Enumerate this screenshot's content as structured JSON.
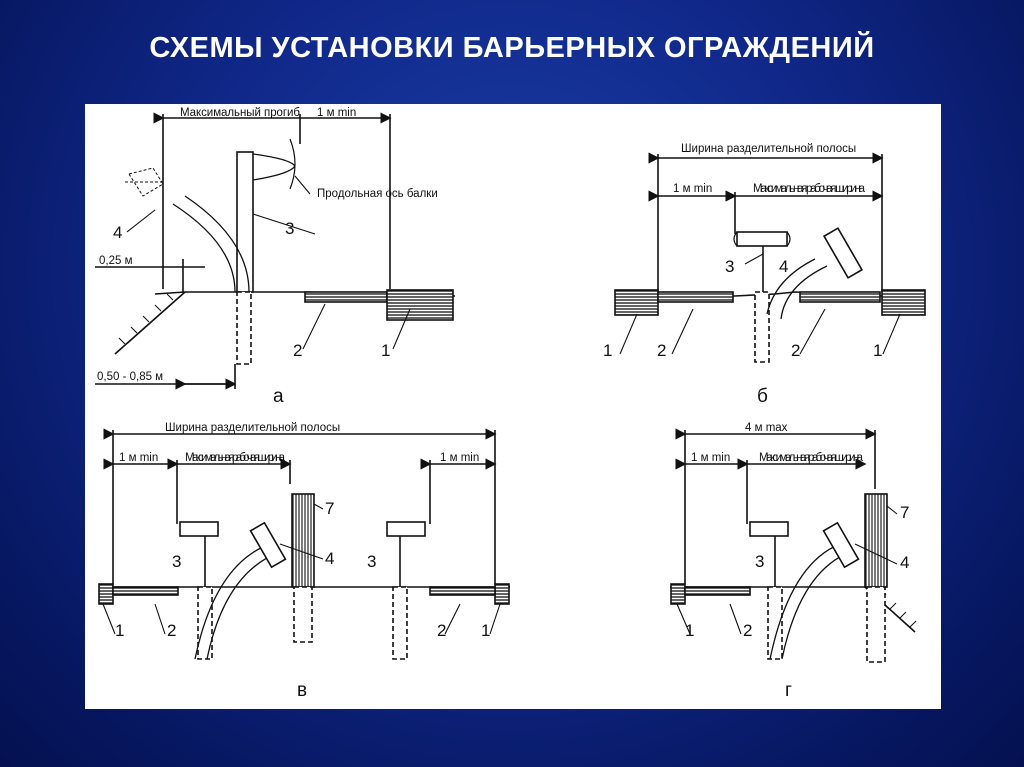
{
  "title": "СХЕМЫ УСТАНОВКИ БАРЬЕРНЫХ ОГРАЖДЕНИЙ",
  "diagram_a": {
    "letter": "а",
    "max_deflection": "Максимальный прогиб",
    "min_1m": "1 м min",
    "beam_axis": "Продольная ось балки",
    "dim_025": "0,25 м",
    "dim_050_085": "0,50 - 0,85 м",
    "n1": "1",
    "n2": "2",
    "n3": "3",
    "n4": "4"
  },
  "diagram_b": {
    "letter": "б",
    "median_width": "Ширина разделительной полосы",
    "min_1m": "1 м min",
    "max_working_width": "Максимальная рабочая ширина",
    "n1": "1",
    "n2": "2",
    "n3": "3",
    "n4": "4"
  },
  "diagram_v": {
    "letter": "в",
    "median_width": "Ширина разделительной полосы",
    "min_1m_left": "1 м min",
    "min_1m_right": "1 м min",
    "max_working_width": "Максимальная рабочая ширина",
    "n1": "1",
    "n2": "2",
    "n3": "3",
    "n4": "4",
    "n7": "7"
  },
  "diagram_g": {
    "letter": "г",
    "max_4m": "4 м max",
    "min_1m": "1 м min",
    "max_working_width": "Максимальная рабочая ширина",
    "n1": "1",
    "n2": "2",
    "n3": "3",
    "n4": "4",
    "n7": "7"
  }
}
